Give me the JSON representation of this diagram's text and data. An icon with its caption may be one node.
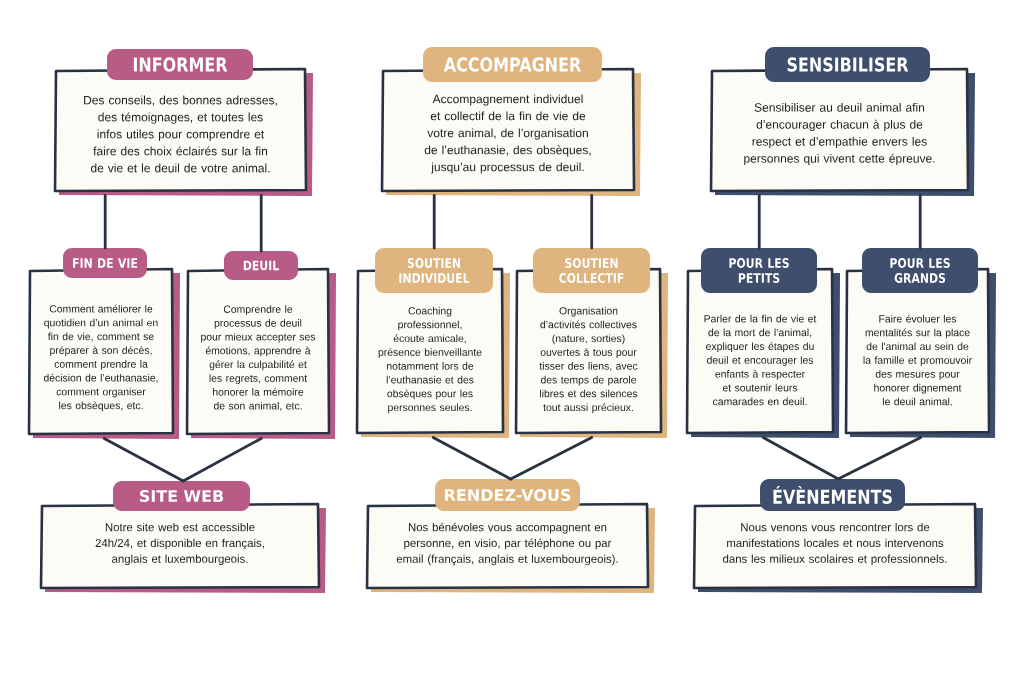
{
  "diagram": {
    "nodes": [
      {
        "text": [
          "INFORMER",
          "Des conseils, des bonnes adresses, des témoignages, et toutes les infos utiles pour comprendre et faire des choix éclairés sur la fin de vie et le deuil de votre animal."
        ]
      },
      {
        "text": [
          "ACCOMPAGNER",
          "Accompagnement individuel et collectif de la fin de vie de votre animal, de l’organisation de l’euthanasie, des obsèques, jusqu’au processus de deuil."
        ]
      },
      {
        "text": [
          "SENSIBILISER",
          "Sensibiliser au deuil animal afin d’encourager chacun à plus de respect et d’empathie envers les personnes qui vivent cette épreuve."
        ]
      },
      {
        "text": [
          "FIN DE VIE",
          "Comment améliorer le quotidien d’un animal en fin de vie, comment se préparer à son décès, comment prendre la décision de l’euthanasie, comment organiser les obsèques, etc."
        ]
      },
      {
        "text": [
          "DEUIL",
          "Comprendre le processus de deuil pour mieux accepter ses émotions, apprendre à gérer la culpabilité et les regrets, comment honorer la mémoire de son animal, etc."
        ]
      },
      {
        "text": [
          "SOUTIEN INDIVIDUEL",
          "Coaching professionnel, écoute amicale, présence bienveillante notamment lors de l’euthanasie et des obsèques pour les personnes seules."
        ]
      },
      {
        "text": [
          "SOUTIEN COLLECTIF",
          "Organisation d’activités collectives (nature, sorties) ouvertes à tous pour tisser des liens, avec des temps de parole libres et des silences tout aussi précieux."
        ]
      },
      {
        "text": [
          "POUR LES PETITS",
          "Parler de la fin de vie et de la mort de l’animal, expliquer les étapes du deuil et encourager les enfants à respecter et soutenir leurs camarades en deuil."
        ]
      },
      {
        "text": [
          "POUR LES GRANDS",
          "Faire évoluer les mentalités sur la place de l'animal au sein de la famille et promouvoir des mesures pour honorer dignement le deuil animal."
        ]
      },
      {
        "text": [
          "SITE WEB",
          "Notre site web est accessible 24h/24, et disponible en français, anglais et luxembourgeois."
        ]
      },
      {
        "text": [
          "RENDEZ-VOUS",
          "Nos bénévoles vous accompagnent en personne, en visio, par téléphone ou par email (français, anglais et luxembourgeois)."
        ]
      },
      {
        "text": [
          "ÉVÈNEMENTS",
          "Nous venons vous rencontrer lors de manifestations locales et nous intervenons dans les milieux scolaires et professionnels."
        ]
      }
    ],
    "edges": [
      {
        "from": 0,
        "to": 3,
        "arrow": "none"
      },
      {
        "from": 0,
        "to": 4,
        "arrow": "none"
      },
      {
        "from": 1,
        "to": 5,
        "arrow": "none"
      },
      {
        "from": 1,
        "to": 6,
        "arrow": "none"
      },
      {
        "from": 2,
        "to": 7,
        "arrow": "none"
      },
      {
        "from": 2,
        "to": 8,
        "arrow": "none"
      },
      {
        "from": 3,
        "to": 9,
        "arrow": "none"
      },
      {
        "from": 4,
        "to": 9,
        "arrow": "none"
      },
      {
        "from": 5,
        "to": 10,
        "arrow": "none"
      },
      {
        "from": 6,
        "to": 10,
        "arrow": "none"
      },
      {
        "from": 7,
        "to": 11,
        "arrow": "none"
      },
      {
        "from": 8,
        "to": 11,
        "arrow": "none"
      }
    ]
  }
}
